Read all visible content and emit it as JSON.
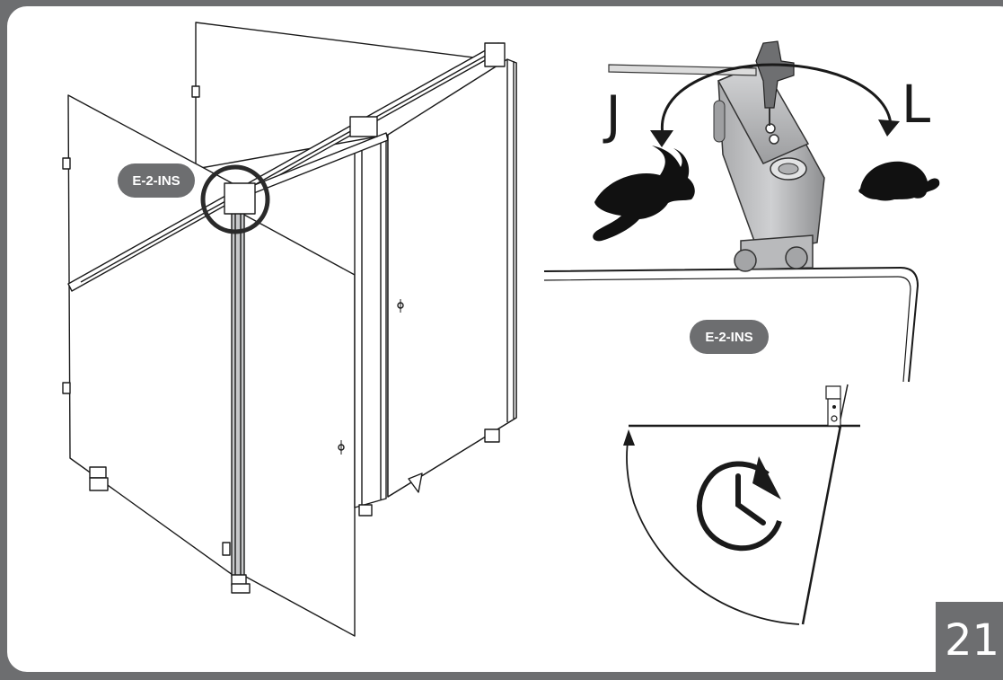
{
  "callouts": {
    "detail_ref_left": "E-2-INS",
    "detail_ref_right": "E-2-INS"
  },
  "direction": {
    "faster": "J",
    "slower": "L"
  },
  "icons": {
    "fast": "rabbit-icon",
    "slow": "turtle-icon",
    "timing": "clock-rotation-icon"
  },
  "page": {
    "step_number": "21"
  },
  "colors": {
    "frame_gray": "#6d6e70",
    "line": "#1a1a1a",
    "mechanism_gray": "#8f9092"
  }
}
